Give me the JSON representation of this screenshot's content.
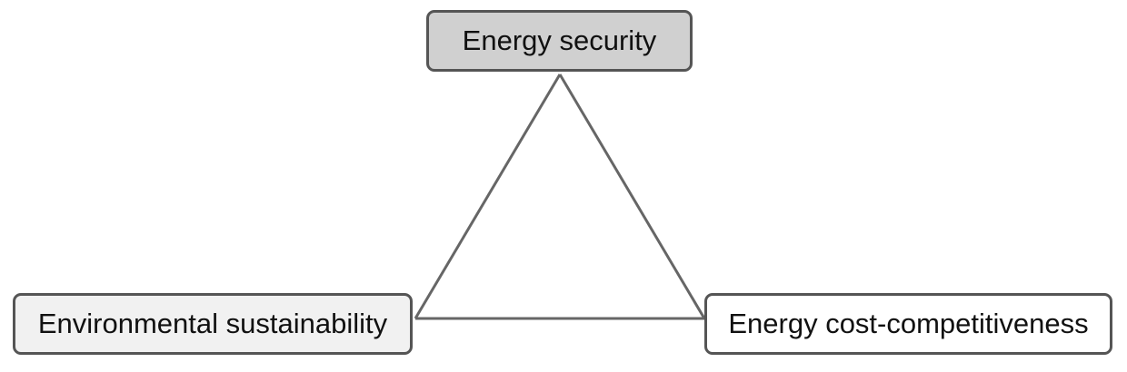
{
  "diagram": {
    "nodes": {
      "top": {
        "label": "Energy security",
        "fill": "#d0d0d0"
      },
      "left": {
        "label": "Environmental sustainability",
        "fill": "#f1f1f1"
      },
      "right": {
        "label": "Energy cost-competitiveness",
        "fill": "#ffffff"
      }
    },
    "edge_color": "#666666",
    "border_color": "#555555"
  }
}
